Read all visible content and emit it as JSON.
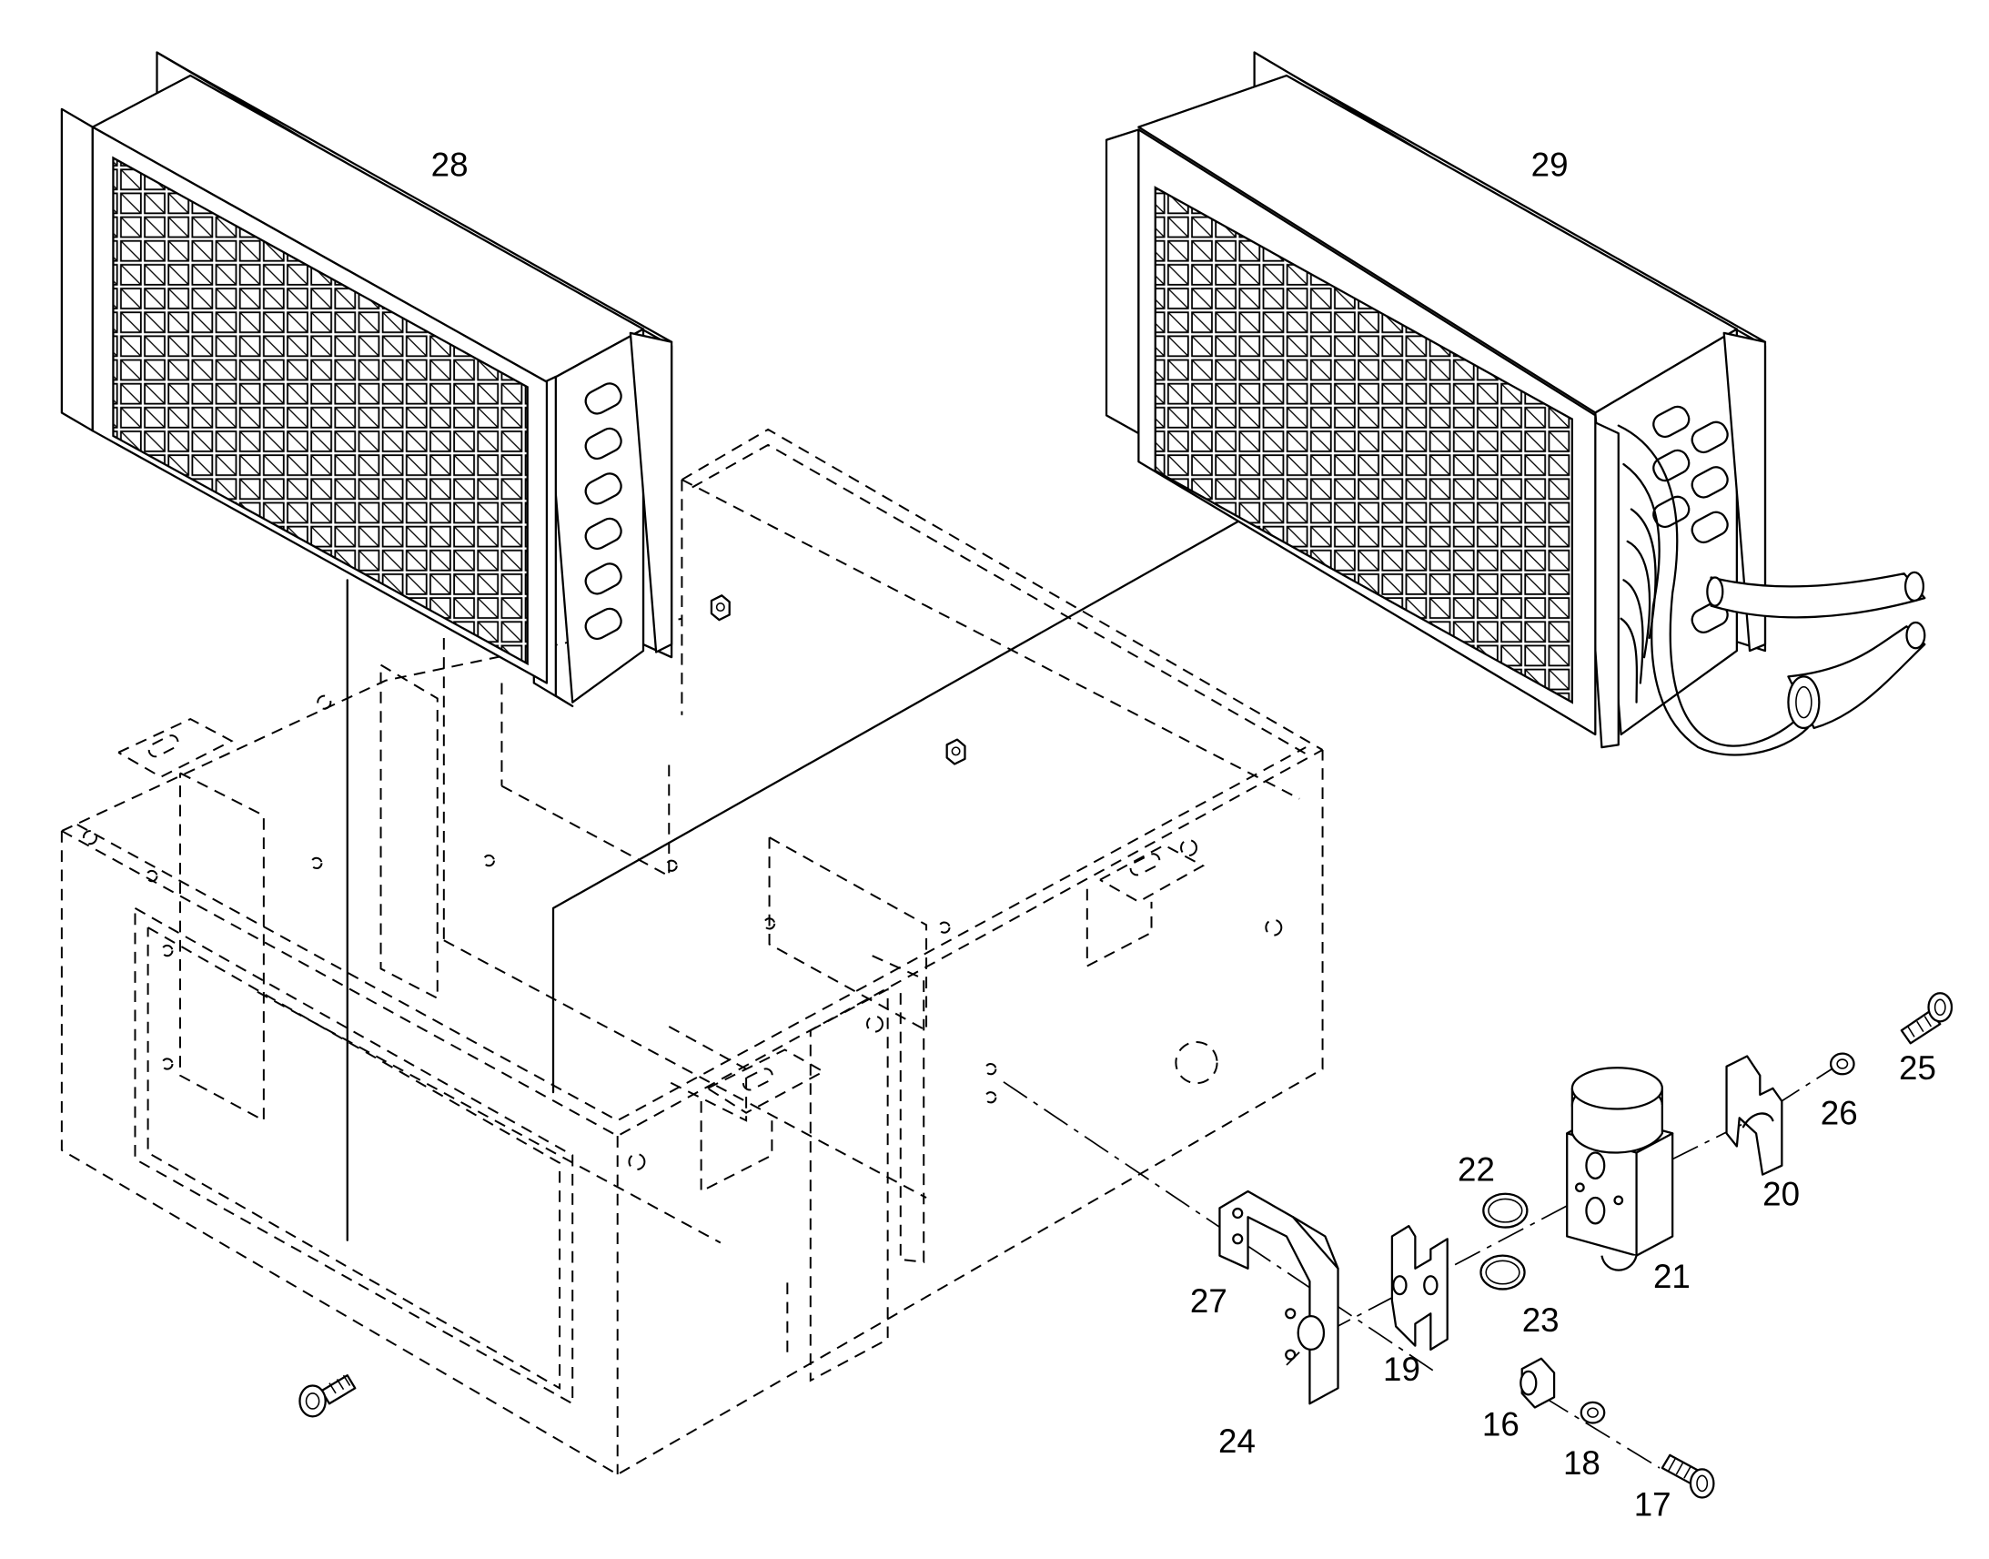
{
  "diagram": {
    "callouts": [
      "28",
      "29",
      "22",
      "25",
      "26",
      "20",
      "27",
      "21",
      "23",
      "19",
      "16",
      "24",
      "18",
      "17"
    ]
  }
}
